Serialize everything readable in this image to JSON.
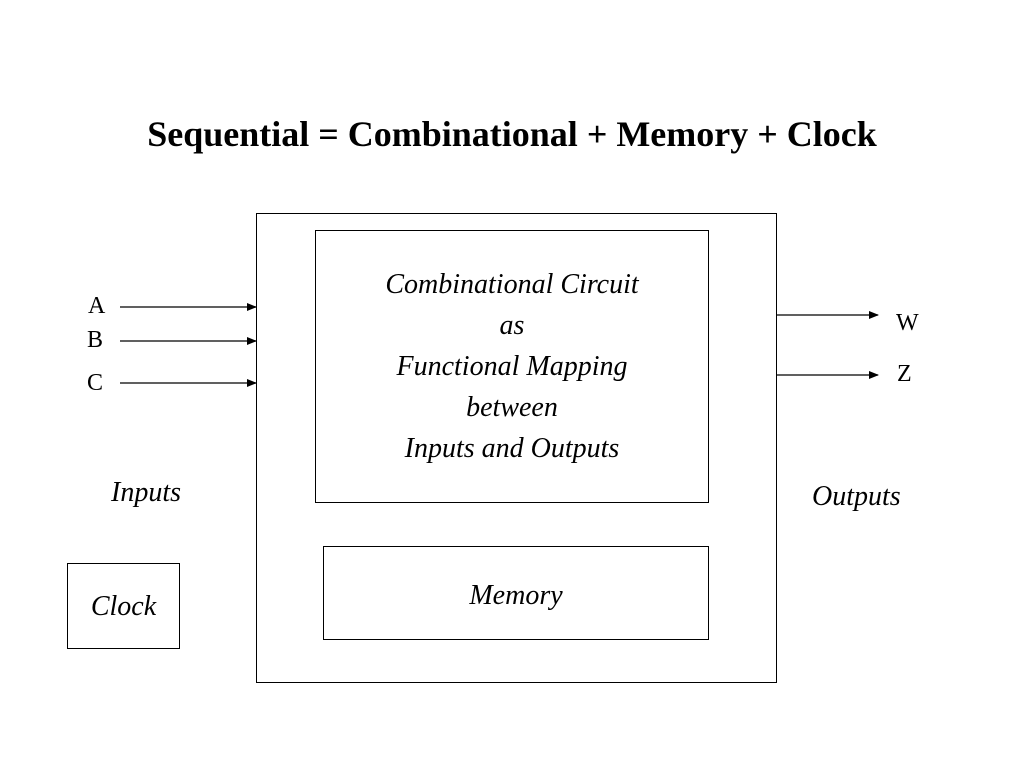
{
  "title": "Sequential = Combinational + Memory + Clock",
  "combinational_box": {
    "lines": [
      "Combinational Circuit",
      "as",
      "Functional Mapping",
      "between",
      "Inputs and Outputs"
    ]
  },
  "memory_box": {
    "label": "Memory"
  },
  "clock_box": {
    "label": "Clock"
  },
  "inputs": {
    "caption": "Inputs",
    "signals": [
      "A",
      "B",
      "C"
    ]
  },
  "outputs": {
    "caption": "Outputs",
    "signals": [
      "W",
      "Z"
    ]
  },
  "colors": {
    "line": "#000000",
    "background": "#ffffff"
  }
}
